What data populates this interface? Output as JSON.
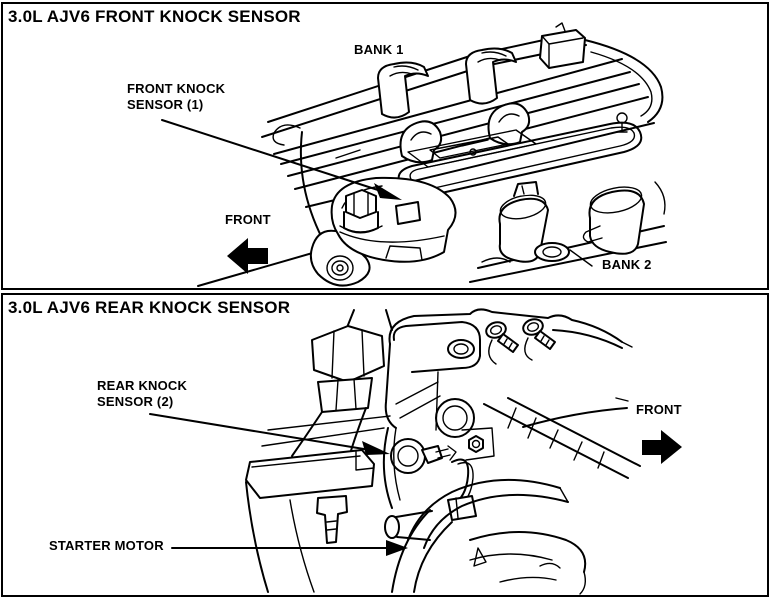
{
  "page": {
    "background": "#ffffff",
    "ink": "#000000"
  },
  "panels": [
    {
      "title": "3.0L AJV6 FRONT KNOCK SENSOR",
      "labels": {
        "bank1": "BANK 1",
        "sensor": "FRONT KNOCK\nSENSOR (1)",
        "front": "FRONT",
        "bank2": "BANK 2"
      }
    },
    {
      "title": "3.0L AJV6 REAR KNOCK SENSOR",
      "labels": {
        "sensor": "REAR KNOCK\nSENSOR (2)",
        "front": "FRONT",
        "starter": "STARTER MOTOR"
      }
    }
  ]
}
